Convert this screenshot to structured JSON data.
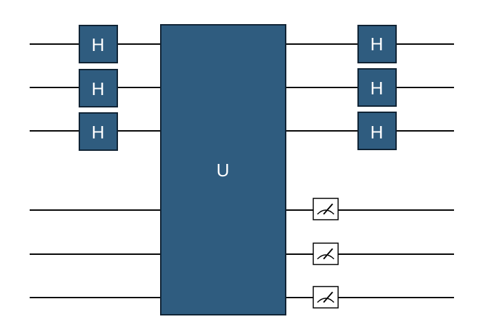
{
  "colors": {
    "gate_fill": "#2f5c7f",
    "gate_border": "#0f2233",
    "wire": "#000000",
    "label": "#ffffff"
  },
  "gates": {
    "hadamard_label": "H",
    "unitary_label": "U"
  },
  "circuit": {
    "qubit_count": 6,
    "input_hadamard_qubits": [
      0,
      1,
      2
    ],
    "output_hadamard_qubits": [
      0,
      1,
      2
    ],
    "measured_qubits": [
      3,
      4,
      5
    ],
    "measurement_icon": "measurement-meter-icon"
  }
}
